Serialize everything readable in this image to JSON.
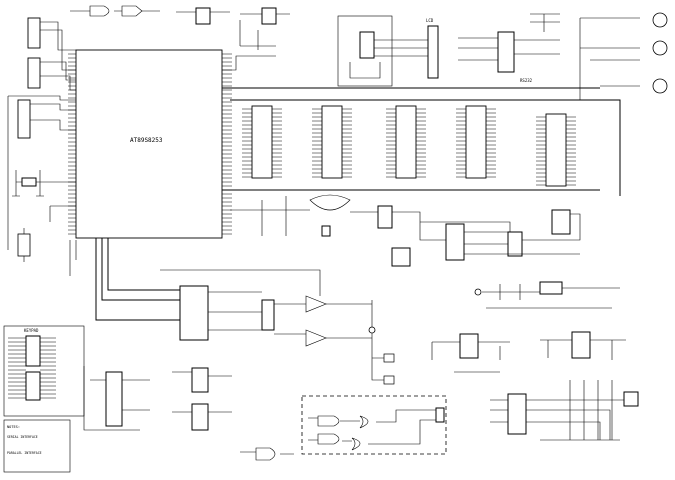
{
  "mcu": {
    "part": "AT89S8253"
  },
  "labels": {
    "keypad_label": "KEYPAD",
    "lcd_label": "LCD",
    "serial_label": "RS232"
  },
  "notes": {
    "legend_title": "NOTES:",
    "line1": "SERIAL INTERFACE",
    "line2": "PARALLEL INTERFACE"
  },
  "colors": {
    "ink": "#000000",
    "paper": "#ffffff"
  }
}
